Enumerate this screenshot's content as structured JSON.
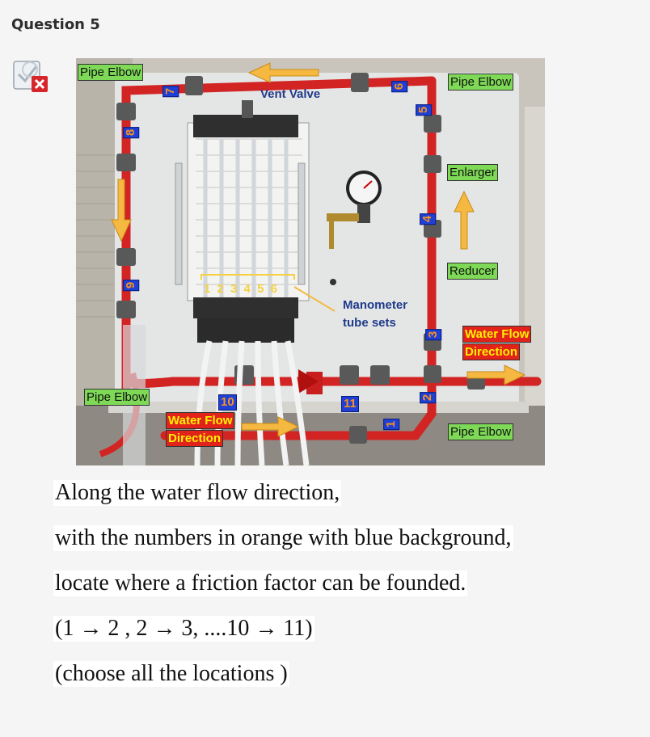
{
  "question": {
    "title": "Question 5"
  },
  "status_icon": "incorrect-icon",
  "figure": {
    "labels": {
      "pipe_elbow_top_left": "Pipe Elbow",
      "pipe_elbow_top_right": "Pipe Elbow",
      "pipe_elbow_bottom_left": "Pipe Elbow",
      "pipe_elbow_bottom_right": "Pipe Elbow",
      "vent_valve": "Vent Valve",
      "enlarger": "Enlarger",
      "reducer": "Reducer",
      "manometer_line1": "Manometer",
      "manometer_line2": "tube sets",
      "flow_right_line1": "Water Flow",
      "flow_right_line2": "Direction",
      "flow_bottom_line1": "Water Flow",
      "flow_bottom_line2": "Direction",
      "tube_numbers": [
        "1",
        "2",
        "3",
        "4",
        "5",
        "6"
      ]
    },
    "points": [
      "1",
      "2",
      "3",
      "4",
      "5",
      "6",
      "7",
      "8",
      "9",
      "10",
      "11"
    ],
    "colors": {
      "pipe": "#d32424",
      "arrow": "#f5b942",
      "label_green": "#7ed957",
      "label_red": "#e2231a",
      "number_bg": "#1f3fd6",
      "number_text": "#f7931e"
    }
  },
  "prompt_lines": [
    "Along the water flow direction,",
    "with the numbers in orange with blue background,",
    "locate where a friction factor can be founded.",
    "(1 → 2 , 2 → 3, ....10 → 11)",
    "(choose all the locations )"
  ]
}
